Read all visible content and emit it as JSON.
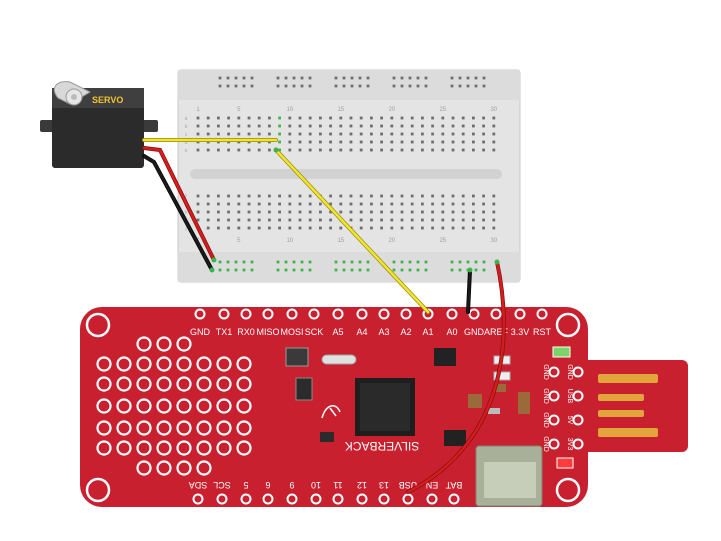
{
  "servo": {
    "label": "SERVO",
    "body_color": "#2b2b2b",
    "label_color": "#f2c230"
  },
  "breadboard": {
    "column_numbers_top": [
      "1",
      "5",
      "10",
      "15",
      "20",
      "25",
      "30"
    ],
    "column_numbers_bottom": [
      "1",
      "5",
      "10",
      "15",
      "20",
      "25",
      "30"
    ],
    "row_letters": [
      "a",
      "b",
      "c",
      "d",
      "e",
      "f",
      "g",
      "h",
      "i",
      "j"
    ],
    "body_color": "#e9e9e9",
    "active_hole_color": "#3cb44b"
  },
  "board": {
    "name": "SILVERBACK",
    "color": "#c8202f",
    "top_pins": [
      "GND",
      "TX1",
      "RX0",
      "MISO",
      "MOSI",
      "SCK",
      "A5",
      "A4",
      "A3",
      "A2",
      "A1",
      "A0",
      "GND",
      "AREF",
      "3.3V",
      "RST"
    ],
    "bottom_pins": [
      "SDA",
      "SCL",
      "5",
      "6",
      "9",
      "10",
      "11",
      "12",
      "13",
      "USB",
      "EN",
      "BAT"
    ],
    "usb_pins": [
      "GND",
      "USB",
      "5V",
      "3V3"
    ],
    "right_pins": [
      "GND",
      "GND",
      "GND",
      "GND"
    ]
  },
  "wires": [
    {
      "name": "signal-wire",
      "color": "#f5e52a"
    },
    {
      "name": "power-wire",
      "color": "#d81b1b"
    },
    {
      "name": "ground-wire",
      "color": "#1a1a1a"
    },
    {
      "name": "jumper-a1",
      "color": "#f5e52a"
    },
    {
      "name": "jumper-gnd",
      "color": "#1a1a1a"
    },
    {
      "name": "jumper-usb",
      "color": "#d81b1b"
    }
  ]
}
